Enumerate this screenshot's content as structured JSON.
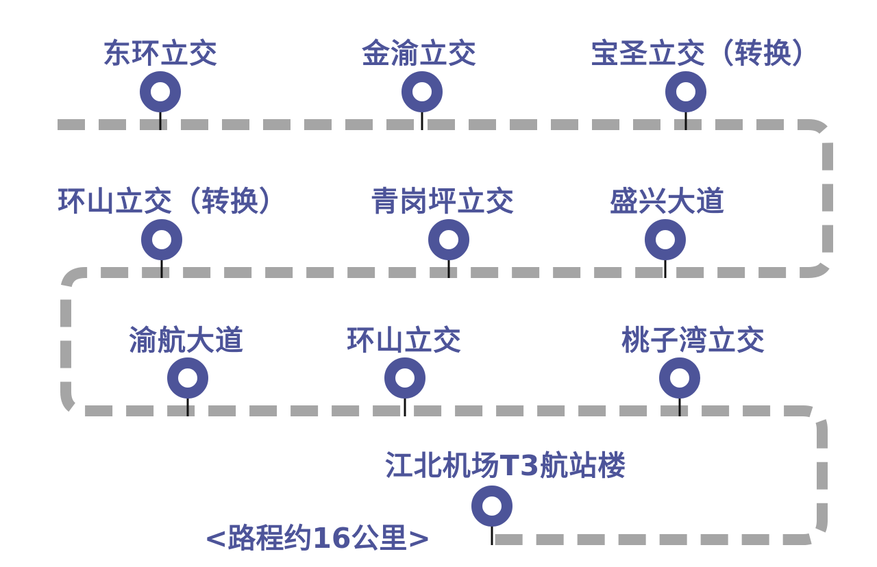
{
  "colors": {
    "accent": "#4d5499",
    "route": "#a5a5a5",
    "stem": "#111111",
    "background": "#ffffff"
  },
  "icons": {
    "stop_marker": "map-pin-ring-icon"
  },
  "stations": [
    {
      "name": "东环立交"
    },
    {
      "name": "金渝立交"
    },
    {
      "name": "宝圣立交（转换）"
    },
    {
      "name": "环山立交（转换）"
    },
    {
      "name": "青岗坪立交"
    },
    {
      "name": "盛兴大道"
    },
    {
      "name": "渝航大道"
    },
    {
      "name": "环山立交"
    },
    {
      "name": "桃子湾立交"
    },
    {
      "name": "江北机场T3航站楼"
    }
  ],
  "distance_note": "<路程约16公里>"
}
